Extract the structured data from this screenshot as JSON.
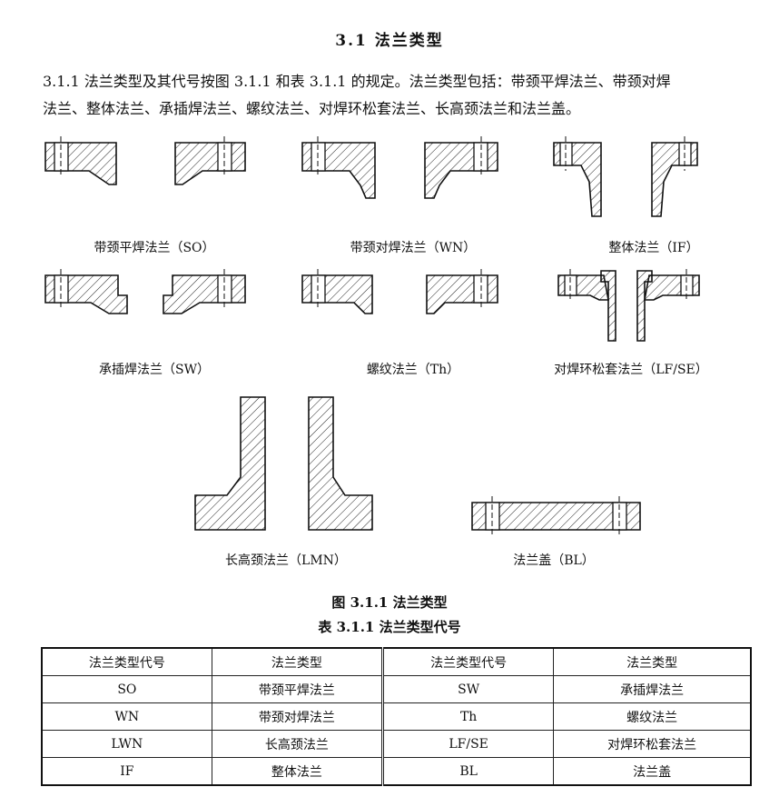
{
  "section_title": "3.1  法兰类型",
  "paragraph": {
    "line1": "3.1.1  法兰类型及其代号按图 3.1.1 和表 3.1.1 的规定。法兰类型包括：带颈平焊法兰、带颈对焊",
    "line2": "法兰、整体法兰、承插焊法兰、螺纹法兰、对焊环松套法兰、长高颈法兰和法兰盖。"
  },
  "figures": [
    {
      "label": "带颈平焊法兰（SO）"
    },
    {
      "label": "带颈对焊法兰（WN）"
    },
    {
      "label": "整体法兰（IF）"
    },
    {
      "label": "承插焊法兰（SW）"
    },
    {
      "label": "螺纹法兰（Th）"
    },
    {
      "label": "对焊环松套法兰（LF/SE）"
    },
    {
      "label": "长高颈法兰（LMN）"
    },
    {
      "label": "法兰盖（BL）"
    }
  ],
  "figure_caption": "图 3.1.1   法兰类型",
  "table_caption": "表 3.1.1   法兰类型代号",
  "table": {
    "headers": [
      "法兰类型代号",
      "法兰类型",
      "法兰类型代号",
      "法兰类型"
    ],
    "rows": [
      [
        "SO",
        "带颈平焊法兰",
        "SW",
        "承插焊法兰"
      ],
      [
        "WN",
        "带颈对焊法兰",
        "Th",
        "螺纹法兰"
      ],
      [
        "LWN",
        "长高颈法兰",
        "LF/SE",
        "对焊环松套法兰"
      ],
      [
        "IF",
        "整体法兰",
        "BL",
        "法兰盖"
      ]
    ]
  }
}
